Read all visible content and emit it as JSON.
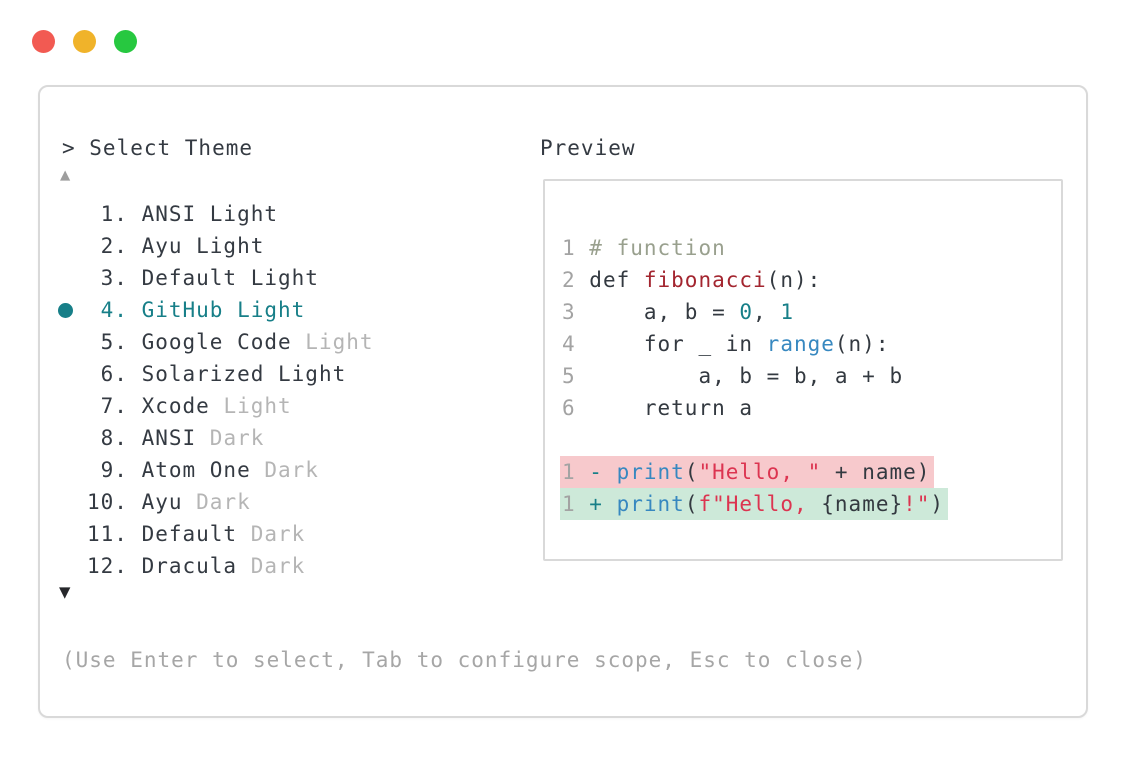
{
  "colors": {
    "ink": "#343a42",
    "code-ink": "#333940",
    "dim": "#b5b5b5",
    "teal": "#177f88",
    "blue": "#3788c0",
    "red-fn": "#a3252f",
    "crimson": "#dc3450",
    "comment": "#99a08e",
    "lineno": "#a3a3a3",
    "hint": "#a6a6a6",
    "border": "#d9d9d9",
    "removed-bg": "#f7c9cc",
    "added-bg": "#cde9d9",
    "light-red": "#f25a52",
    "light-yellow": "#f0b32a",
    "light-green": "#27c840"
  },
  "window": {
    "traffic_lights": [
      "close",
      "minimize",
      "zoom"
    ]
  },
  "theme_picker": {
    "prompt": "> Select Theme",
    "scroll_up_icon": "▲",
    "scroll_down_icon": "▼",
    "items": [
      {
        "num": "1",
        "label": "ANSI Light",
        "dim": ""
      },
      {
        "num": "2",
        "label": "Ayu Light",
        "dim": ""
      },
      {
        "num": "3",
        "label": "Default Light",
        "dim": ""
      },
      {
        "num": "4",
        "label": "GitHub Light",
        "dim": "",
        "selected": true
      },
      {
        "num": "5",
        "label": "Google Code",
        "dim": "Light"
      },
      {
        "num": "6",
        "label": "Solarized Light",
        "dim": ""
      },
      {
        "num": "7",
        "label": "Xcode",
        "dim": "Light"
      },
      {
        "num": "8",
        "label": "ANSI",
        "dim": "Dark"
      },
      {
        "num": "9",
        "label": "Atom One",
        "dim": "Dark"
      },
      {
        "num": "10",
        "label": "Ayu",
        "dim": "Dark"
      },
      {
        "num": "11",
        "label": "Default",
        "dim": "Dark"
      },
      {
        "num": "12",
        "label": "Dracula",
        "dim": "Dark"
      }
    ],
    "hint": "(Use Enter to select, Tab to configure scope, Esc to close)"
  },
  "preview": {
    "title": "Preview",
    "lines": [
      {
        "segments": [
          {
            "t": "1 ",
            "c": "t-ln"
          },
          {
            "t": "# function",
            "c": "t-cm"
          }
        ]
      },
      {
        "segments": [
          {
            "t": "2 ",
            "c": "t-ln"
          },
          {
            "t": "def ",
            "c": "t-pl"
          },
          {
            "t": "fibonacci",
            "c": "t-fn"
          },
          {
            "t": "(n):",
            "c": "t-pl"
          }
        ]
      },
      {
        "segments": [
          {
            "t": "3 ",
            "c": "t-ln"
          },
          {
            "t": "    a, b = ",
            "c": "t-pl"
          },
          {
            "t": "0",
            "c": "t-num"
          },
          {
            "t": ", ",
            "c": "t-pl"
          },
          {
            "t": "1",
            "c": "t-num"
          }
        ]
      },
      {
        "segments": [
          {
            "t": "4 ",
            "c": "t-ln"
          },
          {
            "t": "    for _ in ",
            "c": "t-pl"
          },
          {
            "t": "range",
            "c": "t-call"
          },
          {
            "t": "(n):",
            "c": "t-pl"
          }
        ]
      },
      {
        "segments": [
          {
            "t": "5 ",
            "c": "t-ln"
          },
          {
            "t": "        a, b = b, a + b",
            "c": "t-pl"
          }
        ]
      },
      {
        "segments": [
          {
            "t": "6 ",
            "c": "t-ln"
          },
          {
            "t": "    return a",
            "c": "t-pl"
          }
        ]
      },
      {
        "segments": []
      },
      {
        "bg": "removed",
        "segments": [
          {
            "t": "1",
            "c": "t-ln"
          },
          {
            "t": " - ",
            "c": "t-sig"
          },
          {
            "t": "print",
            "c": "t-call"
          },
          {
            "t": "(",
            "c": "t-pl"
          },
          {
            "t": "\"Hello, \"",
            "c": "t-str"
          },
          {
            "t": " + name)",
            "c": "t-pl"
          }
        ]
      },
      {
        "bg": "added",
        "segments": [
          {
            "t": "1",
            "c": "t-ln"
          },
          {
            "t": " + ",
            "c": "t-sig"
          },
          {
            "t": "print",
            "c": "t-call"
          },
          {
            "t": "(",
            "c": "t-pl"
          },
          {
            "t": "f\"Hello, ",
            "c": "t-str"
          },
          {
            "t": "{name}",
            "c": "t-pl"
          },
          {
            "t": "!\"",
            "c": "t-str"
          },
          {
            "t": ")",
            "c": "t-pl"
          }
        ]
      }
    ]
  }
}
